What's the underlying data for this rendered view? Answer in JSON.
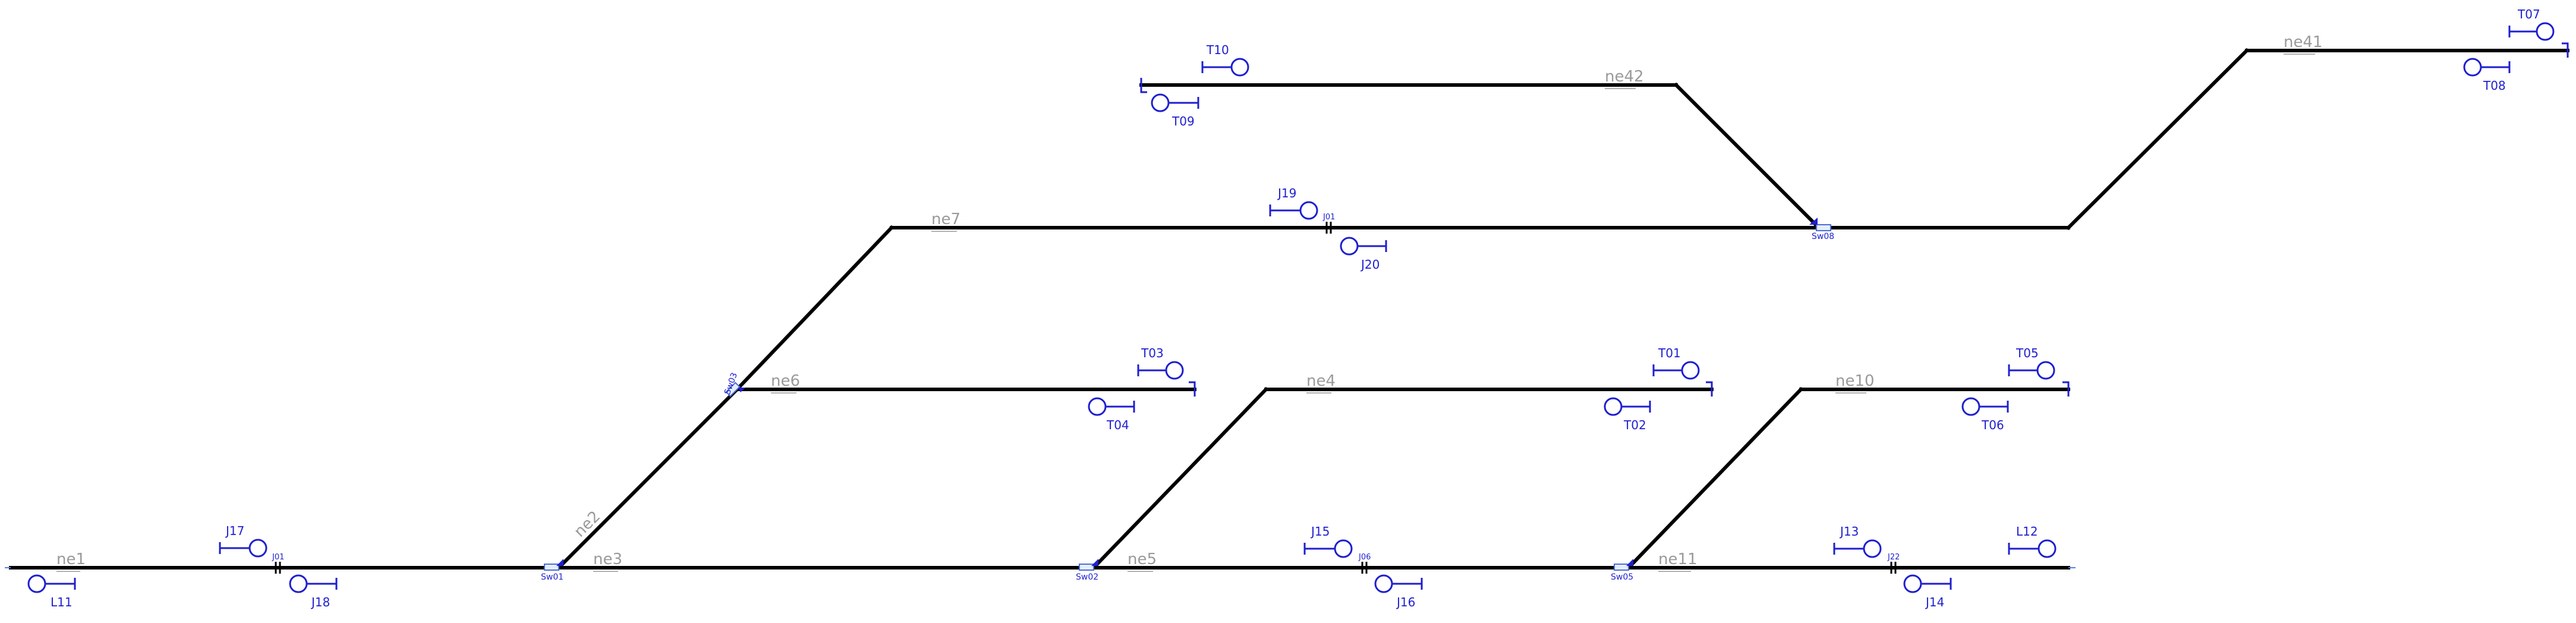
{
  "segments": [
    {
      "id": "ne1",
      "label": "ne1"
    },
    {
      "id": "ne2",
      "label": "ne2"
    },
    {
      "id": "ne3",
      "label": "ne3"
    },
    {
      "id": "ne4",
      "label": "ne4"
    },
    {
      "id": "ne5",
      "label": "ne5"
    },
    {
      "id": "ne6",
      "label": "ne6"
    },
    {
      "id": "ne7",
      "label": "ne7"
    },
    {
      "id": "ne10",
      "label": "ne10"
    },
    {
      "id": "ne11",
      "label": "ne11"
    },
    {
      "id": "ne41",
      "label": "ne41"
    },
    {
      "id": "ne42",
      "label": "ne42"
    }
  ],
  "switches": [
    {
      "id": "Sw01",
      "label": "Sw01"
    },
    {
      "id": "Sw02",
      "label": "Sw02"
    },
    {
      "id": "Sw03",
      "label": "Sw03"
    },
    {
      "id": "Sw05",
      "label": "Sw05"
    },
    {
      "id": "Sw08",
      "label": "Sw08"
    }
  ],
  "joints": [
    {
      "id": "J01a",
      "label": "J01"
    },
    {
      "id": "J01b",
      "label": "J01"
    },
    {
      "id": "J06",
      "label": "J06"
    },
    {
      "id": "J22",
      "label": "J22"
    }
  ],
  "signals": [
    {
      "id": "L11",
      "label": "L11"
    },
    {
      "id": "J17",
      "label": "J17"
    },
    {
      "id": "J18",
      "label": "J18"
    },
    {
      "id": "T03",
      "label": "T03"
    },
    {
      "id": "T04",
      "label": "T04"
    },
    {
      "id": "J19",
      "label": "J19"
    },
    {
      "id": "J20",
      "label": "J20"
    },
    {
      "id": "T10",
      "label": "T10"
    },
    {
      "id": "T09",
      "label": "T09"
    },
    {
      "id": "J15",
      "label": "J15"
    },
    {
      "id": "J16",
      "label": "J16"
    },
    {
      "id": "T01",
      "label": "T01"
    },
    {
      "id": "T02",
      "label": "T02"
    },
    {
      "id": "J13",
      "label": "J13"
    },
    {
      "id": "J14",
      "label": "J14"
    },
    {
      "id": "T05",
      "label": "T05"
    },
    {
      "id": "T06",
      "label": "T06"
    },
    {
      "id": "L12",
      "label": "L12"
    },
    {
      "id": "T07",
      "label": "T07"
    },
    {
      "id": "T08",
      "label": "T08"
    }
  ],
  "colors": {
    "track": "#000000",
    "signal": "#1f1fcf",
    "segment_label": "#9a9a9a"
  }
}
